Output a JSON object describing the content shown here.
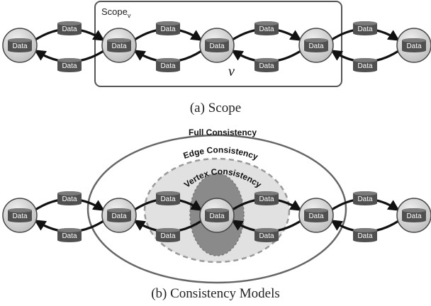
{
  "panel_a": {
    "scope_label": "Scope",
    "scope_subscript": "v",
    "vertex_label": "v",
    "caption": "(a)  Scope"
  },
  "panel_b": {
    "full_label": "Full Consistency",
    "edge_label": "Edge Consistency",
    "vertex_label": "Vertex Consistency",
    "caption": "(b)  Consistency Models"
  },
  "node_label": "Data",
  "edge_label": "Data",
  "colors": {
    "node_fill": "#d2d2d2",
    "cylinder": "#505050",
    "edge_stroke": "#111111",
    "scope_box": "#555555",
    "full_ellipse": "#666666",
    "edge_region": "#e1e1e1",
    "vertex_region": "#8a8a8a"
  }
}
